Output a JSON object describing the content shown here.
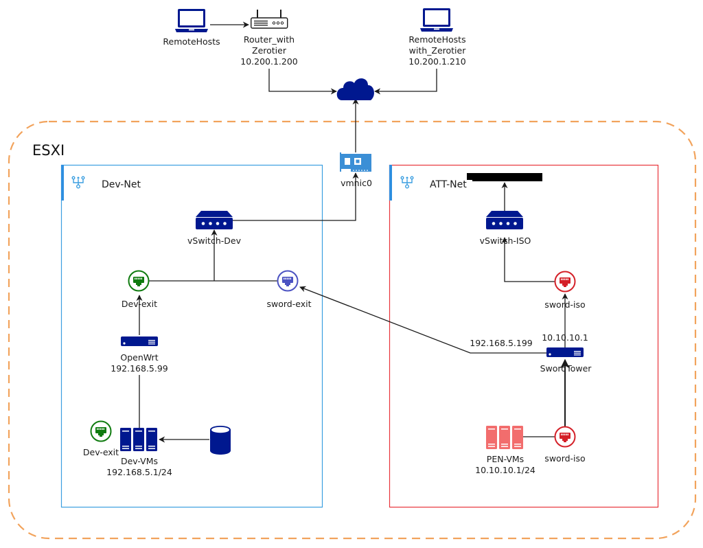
{
  "diagram": {
    "type": "network-topology",
    "colors": {
      "device_blue": "#00188f",
      "nic_blue": "#3b8fd6",
      "esxi_border": "#f2a35c",
      "devnet_border": "#3a9ee0",
      "attnet_border": "#e8343a",
      "port_green": "#0f7b0f",
      "port_purple": "#4b52c2",
      "port_red": "#d42028",
      "pen_vm_red": "#f26d6d",
      "line": "#1a1a1a"
    },
    "external": {
      "remote_hosts": {
        "label": "RemoteHosts",
        "icon": "laptop-icon"
      },
      "router": {
        "label_line1": "Router_with",
        "label_line2": "Zerotier",
        "ip": "10.200.1.200",
        "icon": "router-icon"
      },
      "remote_hosts_zt": {
        "label_line1": "RemoteHosts",
        "label_line2": "with_Zerotier",
        "ip": "10.200.1.210",
        "icon": "laptop-icon"
      },
      "cloud": {
        "icon": "cloud-icon"
      }
    },
    "esxi": {
      "label": "ESXI",
      "vmnic": {
        "label": "vmnic0",
        "icon": "nic-card-icon"
      }
    },
    "dev_net": {
      "title": "Dev-Net",
      "icon": "network-fork-icon",
      "vswitch": {
        "label": "vSwitch-Dev",
        "icon": "switch-icon"
      },
      "dev_exit": {
        "label": "Dev-exit",
        "icon": "ethernet-port-icon"
      },
      "sword_exit": {
        "label": "sword-exit",
        "icon": "ethernet-port-icon"
      },
      "openwrt": {
        "label": "OpenWrt",
        "ip": "192.168.5.99",
        "icon": "server-icon"
      },
      "dev_exit_2": {
        "label": "Dev-exit",
        "icon": "ethernet-port-icon"
      },
      "dev_vms": {
        "label": "Dev-VMs",
        "ip": "192.168.5.1/24",
        "icon": "server-rack-icon"
      },
      "storage": {
        "icon": "database-icon"
      }
    },
    "att_net": {
      "title": "ATT-Net",
      "icon": "network-fork-icon",
      "redacted": {
        "icon": "redacted-bar"
      },
      "vswitch": {
        "label": "vSwitch-ISO",
        "icon": "switch-icon"
      },
      "sword_iso": {
        "label": "sword-iso",
        "icon": "ethernet-port-icon"
      },
      "swordtower": {
        "label": "SwordTower",
        "ip_upper": "10.10.10.1",
        "ip_left": "192.168.5.199",
        "icon": "server-icon"
      },
      "pen_vms": {
        "label": "PEN-VMs",
        "ip": "10.10.10.1/24",
        "icon": "server-rack-icon"
      },
      "sword_iso_2": {
        "label": "sword-iso",
        "icon": "ethernet-port-icon"
      }
    }
  }
}
